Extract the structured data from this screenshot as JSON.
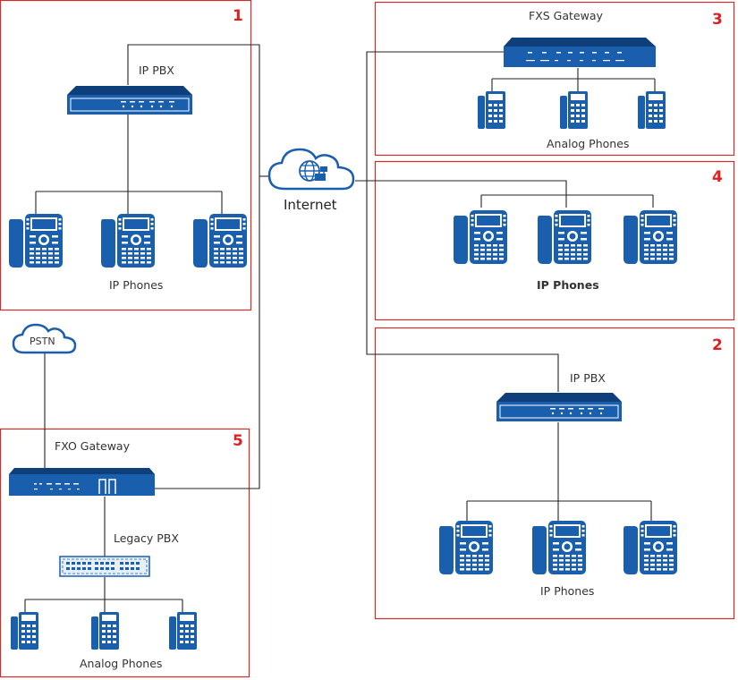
{
  "zones": {
    "z1": {
      "number": "1",
      "device_label": "IP PBX",
      "phones_label": "IP Phones"
    },
    "z2": {
      "number": "2",
      "device_label": "IP PBX",
      "phones_label": "IP Phones"
    },
    "z3": {
      "number": "3",
      "device_label": "FXS Gateway",
      "phones_label": "Analog Phones"
    },
    "z4": {
      "number": "4",
      "phones_label": "IP Phones"
    },
    "z5": {
      "number": "5",
      "device_label": "FXO Gateway",
      "pbx_label": "Legacy PBX",
      "phones_label": "Analog Phones"
    }
  },
  "clouds": {
    "internet": {
      "label": "Internet"
    },
    "pstn": {
      "label": "PSTN"
    }
  },
  "colors": {
    "device": "#1a5fae",
    "device_dark": "#0f3f7a",
    "zone_border": "#d12c2c",
    "number": "#e02020",
    "wire": "#222222"
  }
}
